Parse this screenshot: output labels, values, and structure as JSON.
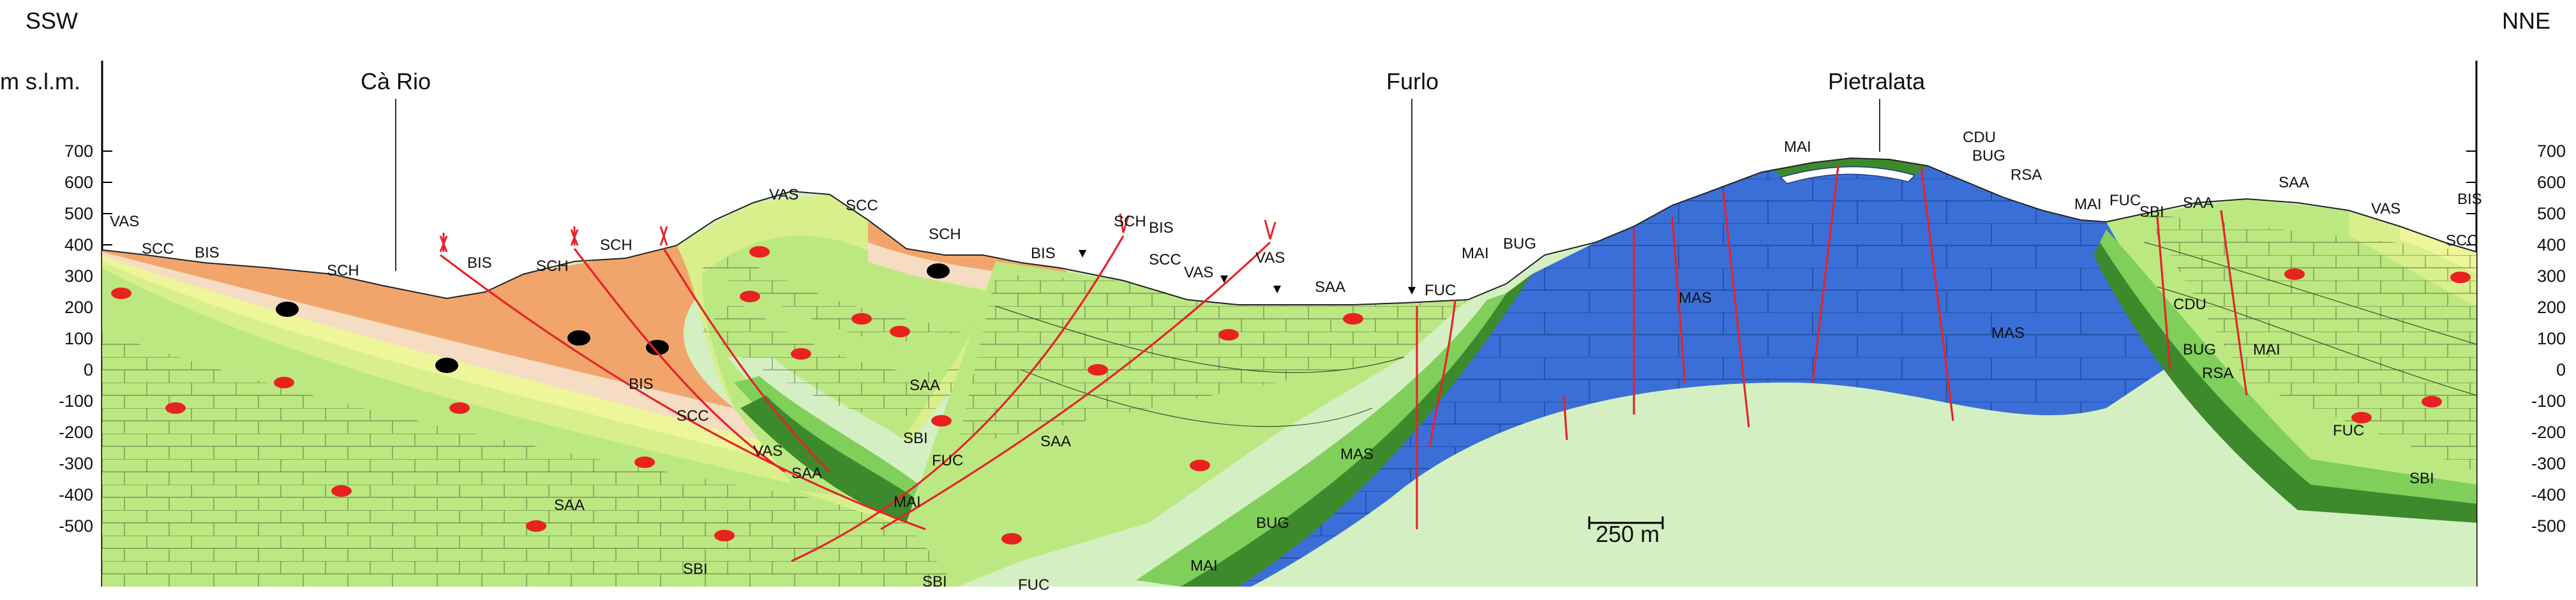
{
  "orientation": {
    "left": "SSW",
    "right": "NNE"
  },
  "axis": {
    "unit": "m s.l.m.",
    "ticks": [
      "700",
      "600",
      "500",
      "400",
      "300",
      "200",
      "100",
      "0",
      "-100",
      "-200",
      "-300",
      "-400",
      "-500"
    ]
  },
  "localities": {
    "ca_rio": "Cà Rio",
    "furlo": "Furlo",
    "pietralata": "Pietralata"
  },
  "scale_bar": "250 m",
  "colors": {
    "SCH": "#f2a56b",
    "BIS": "#f5dcc2",
    "SCC": "#eef59a",
    "VAS": "#d8ef8c",
    "SAA": "#bce882",
    "SBI": "#d4f0c2",
    "FUC": "#7fcf5a",
    "MAI": "#3c8a2c",
    "MAS": "#3a6fd8",
    "RSA": "#ffffff",
    "fault": "#e6232a",
    "chert": "#e8231f"
  },
  "formation_labels": {
    "vas_l1": "VAS",
    "scc_l1": "SCC",
    "bis_l1": "BIS",
    "sch_l1": "SCH",
    "bis_l2": "BIS",
    "sch_l2": "SCH",
    "sch_l3": "SCH",
    "bis_l3": "BIS",
    "scc_l2": "SCC",
    "vas_l2": "VAS",
    "saa_l1": "SAA",
    "sbi_l1": "SBI",
    "vas_t": "VAS",
    "scc_t": "SCC",
    "sch_t": "SCH",
    "bis_t": "BIS",
    "sch_t2": "SCH",
    "bis_t2": "BIS",
    "scc_t2": "SCC",
    "vas_t2": "VAS",
    "vas_t3": "VAS",
    "saa_c": "SAA",
    "sbi_c": "SBI",
    "fuc_c": "FUC",
    "mai_c": "MAI",
    "saa_c2": "SAA",
    "saa_c3": "SAA",
    "sbi_b": "SBI",
    "fuc_b": "FUC",
    "mai_b": "MAI",
    "bug_b": "BUG",
    "saa_f": "SAA",
    "fuc_f": "FUC",
    "mai_f": "MAI",
    "bug_f": "BUG",
    "mas_f": "MAS",
    "mas_1": "MAS",
    "mas_2": "MAS",
    "mai_p": "MAI",
    "cdu_p": "CDU",
    "bug_p": "BUG",
    "rsa_p": "RSA",
    "mai_r": "MAI",
    "fuc_r": "FUC",
    "sbi_r": "SBI",
    "saa_r": "SAA",
    "saa_r2": "SAA",
    "vas_r": "VAS",
    "bis_r": "BIS",
    "scc_r": "SCC",
    "cdu_r": "CDU",
    "bug_r": "BUG",
    "rsa_r": "RSA",
    "mai_r2": "MAI",
    "fuc_r2": "FUC",
    "sbi_r2": "SBI"
  }
}
